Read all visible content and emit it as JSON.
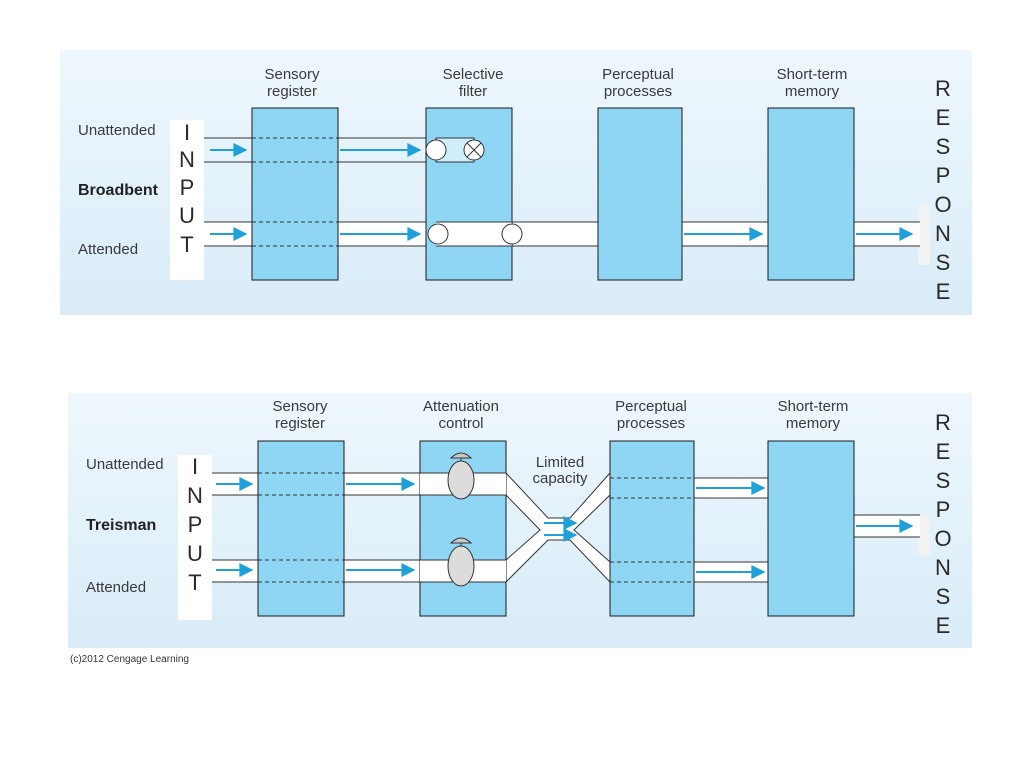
{
  "broadbent": {
    "model_name": "Broadbent",
    "unattended": "Unattended",
    "attended": "Attended",
    "input_letters": [
      "I",
      "N",
      "P",
      "U",
      "T"
    ],
    "response_letters": [
      "R",
      "E",
      "S",
      "P",
      "O",
      "N",
      "S",
      "E"
    ],
    "stage_sensory": [
      "Sensory",
      "register"
    ],
    "stage_filter": [
      "Selective",
      "filter"
    ],
    "stage_perceptual": [
      "Perceptual",
      "processes"
    ],
    "stage_stm": [
      "Short-term",
      "memory"
    ]
  },
  "treisman": {
    "model_name": "Treisman",
    "unattended": "Unattended",
    "attended": "Attended",
    "input_letters": [
      "I",
      "N",
      "P",
      "U",
      "T"
    ],
    "response_letters": [
      "R",
      "E",
      "S",
      "P",
      "O",
      "N",
      "S",
      "E"
    ],
    "stage_sensory": [
      "Sensory",
      "register"
    ],
    "stage_attenuation": [
      "Attenuation",
      "control"
    ],
    "stage_limited": [
      "Limited",
      "capacity"
    ],
    "stage_perceptual": [
      "Perceptual",
      "processes"
    ],
    "stage_stm": [
      "Short-term",
      "memory"
    ]
  },
  "copyright": "(c)2012 Cengage Learning",
  "colors": {
    "panel_bg": "#e3f1fb",
    "box_fill": "#8fd6f5",
    "box_stroke": "#1a1a1a",
    "arrow": "#1fa0d8"
  }
}
